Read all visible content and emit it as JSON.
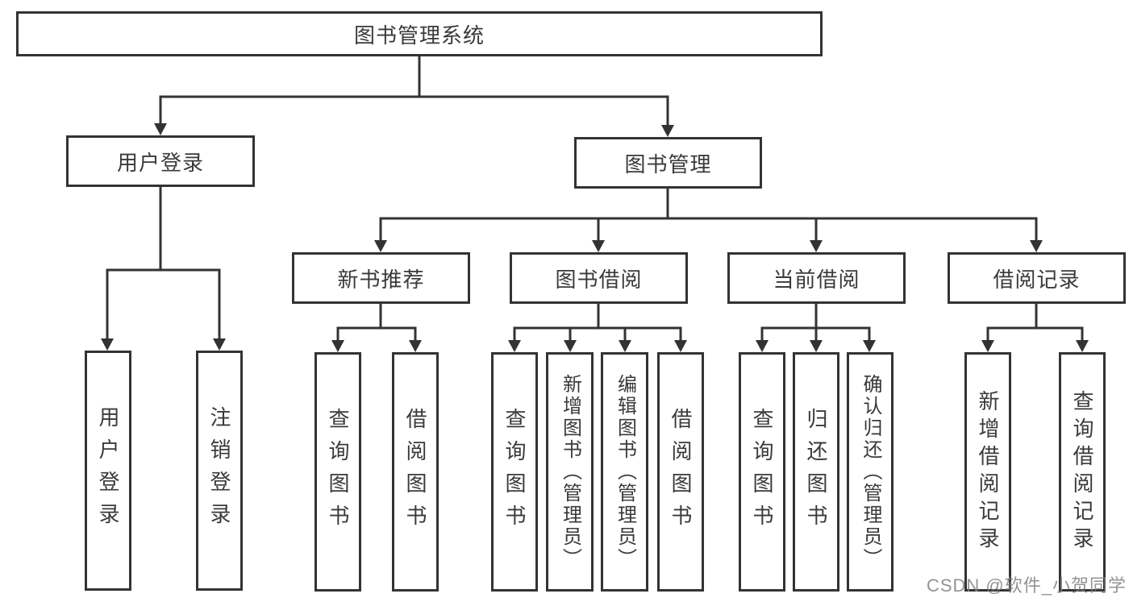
{
  "tree": {
    "root": {
      "label": "图书管理系统"
    },
    "branches": [
      {
        "label": "用户登录",
        "children": [
          {
            "label": "用户登录"
          },
          {
            "label": "注销登录"
          }
        ]
      },
      {
        "label": "图书管理",
        "children": [
          {
            "label": "新书推荐",
            "children": [
              {
                "label": "查询图书"
              },
              {
                "label": "借阅图书"
              }
            ]
          },
          {
            "label": "图书借阅",
            "children": [
              {
                "label": "查询图书"
              },
              {
                "label": "新增图书（管理员）"
              },
              {
                "label": "编辑图书（管理员）"
              },
              {
                "label": "借阅图书"
              }
            ]
          },
          {
            "label": "当前借阅",
            "children": [
              {
                "label": "查询图书"
              },
              {
                "label": "归还图书"
              },
              {
                "label": "确认归还（管理员）"
              }
            ]
          },
          {
            "label": "借阅记录",
            "children": [
              {
                "label": "新增借阅记录"
              },
              {
                "label": "查询借阅记录"
              }
            ]
          }
        ]
      }
    ]
  },
  "watermark": {
    "text": "CSDN @软件_小贺同学"
  },
  "colors": {
    "line": "#333333",
    "box_border": "#333333",
    "text": "#3a3a3a",
    "watermark": "#808080",
    "background": "#ffffff"
  }
}
